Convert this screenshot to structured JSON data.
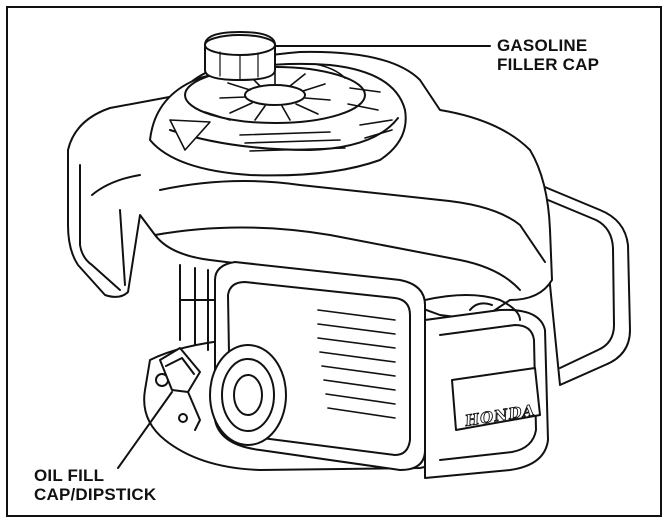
{
  "labels": {
    "gasoline_cap": {
      "line1": "GASOLINE",
      "line2": "FILLER CAP"
    },
    "oil_cap": {
      "line1": "OIL FILL",
      "line2": "CAP/DIPSTICK"
    }
  },
  "brand_plate": "HONDA",
  "colors": {
    "line": "#111111",
    "background": "#ffffff"
  }
}
